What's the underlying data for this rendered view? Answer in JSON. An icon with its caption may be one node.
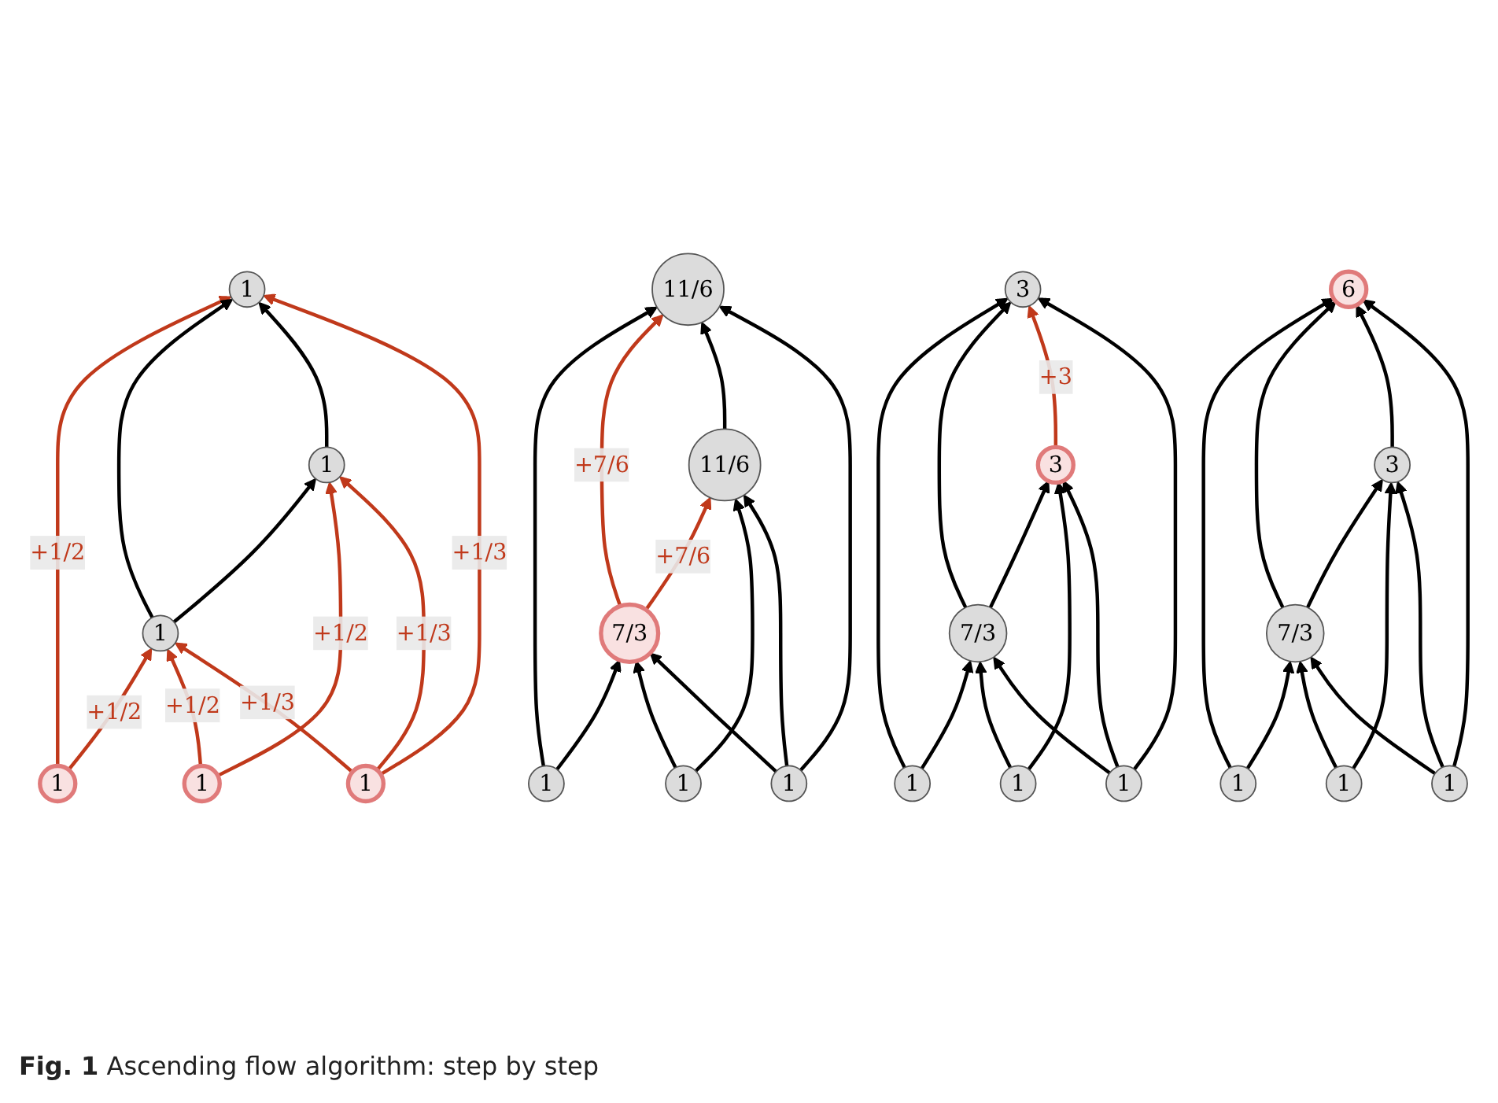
{
  "diagram": {
    "caption": "**Fig. 1** Ascending flow algorithm: step by step",
    "nodes": [
      {
        "text": [
          "1"
        ]
      },
      {
        "text": [
          "1"
        ]
      },
      {
        "text": [
          "1"
        ]
      },
      {
        "text": [
          "1"
        ]
      },
      {
        "text": [
          "1"
        ]
      },
      {
        "text": [
          "1"
        ]
      },
      {
        "text": [
          "11/6"
        ]
      },
      {
        "text": [
          "11/6"
        ]
      },
      {
        "text": [
          "7/3"
        ]
      },
      {
        "text": [
          "1"
        ]
      },
      {
        "text": [
          "1"
        ]
      },
      {
        "text": [
          "1"
        ]
      },
      {
        "text": [
          "3"
        ]
      },
      {
        "text": [
          "3"
        ]
      },
      {
        "text": [
          "7/3"
        ]
      },
      {
        "text": [
          "1"
        ]
      },
      {
        "text": [
          "1"
        ]
      },
      {
        "text": [
          "1"
        ]
      },
      {
        "text": [
          "6"
        ]
      },
      {
        "text": [
          "3"
        ]
      },
      {
        "text": [
          "7/3"
        ]
      },
      {
        "text": [
          "1"
        ]
      },
      {
        "text": [
          "1"
        ]
      },
      {
        "text": [
          "1"
        ]
      }
    ],
    "edges": [
      {
        "from": 3,
        "to": 0,
        "arrow": "to",
        "label": "+1/2",
        "color": "#c0391b"
      },
      {
        "from": 3,
        "to": 2,
        "arrow": "to",
        "label": "+1/2",
        "color": "#c0391b"
      },
      {
        "from": 2,
        "to": 0,
        "arrow": "to"
      },
      {
        "from": 2,
        "to": 1,
        "arrow": "to"
      },
      {
        "from": 1,
        "to": 0,
        "arrow": "to"
      },
      {
        "from": 4,
        "to": 2,
        "arrow": "to",
        "label": "+1/2",
        "color": "#c0391b"
      },
      {
        "from": 4,
        "to": 1,
        "arrow": "to",
        "label": "+1/2",
        "color": "#c0391b"
      },
      {
        "from": 5,
        "to": 2,
        "arrow": "to",
        "label": "+1/3",
        "color": "#c0391b"
      },
      {
        "from": 5,
        "to": 1,
        "arrow": "to",
        "label": "+1/3",
        "color": "#c0391b"
      },
      {
        "from": 5,
        "to": 0,
        "arrow": "to",
        "label": "+1/3",
        "color": "#c0391b"
      },
      {
        "from": 9,
        "to": 6,
        "arrow": "to"
      },
      {
        "from": 9,
        "to": 8,
        "arrow": "to"
      },
      {
        "from": 8,
        "to": 6,
        "arrow": "to",
        "label": "+7/6",
        "color": "#c0391b"
      },
      {
        "from": 8,
        "to": 7,
        "arrow": "to",
        "label": "+7/6",
        "color": "#c0391b"
      },
      {
        "from": 7,
        "to": 6,
        "arrow": "to"
      },
      {
        "from": 10,
        "to": 8,
        "arrow": "to"
      },
      {
        "from": 10,
        "to": 7,
        "arrow": "to"
      },
      {
        "from": 11,
        "to": 8,
        "arrow": "to"
      },
      {
        "from": 11,
        "to": 7,
        "arrow": "to"
      },
      {
        "from": 11,
        "to": 6,
        "arrow": "to"
      },
      {
        "from": 15,
        "to": 12,
        "arrow": "to"
      },
      {
        "from": 15,
        "to": 14,
        "arrow": "to"
      },
      {
        "from": 14,
        "to": 12,
        "arrow": "to"
      },
      {
        "from": 14,
        "to": 13,
        "arrow": "to"
      },
      {
        "from": 13,
        "to": 12,
        "arrow": "to",
        "label": "+3",
        "color": "#c0391b"
      },
      {
        "from": 16,
        "to": 14,
        "arrow": "to"
      },
      {
        "from": 16,
        "to": 13,
        "arrow": "to"
      },
      {
        "from": 17,
        "to": 14,
        "arrow": "to"
      },
      {
        "from": 17,
        "to": 13,
        "arrow": "to"
      },
      {
        "from": 17,
        "to": 12,
        "arrow": "to"
      },
      {
        "from": 21,
        "to": 18,
        "arrow": "to"
      },
      {
        "from": 21,
        "to": 20,
        "arrow": "to"
      },
      {
        "from": 20,
        "to": 18,
        "arrow": "to"
      },
      {
        "from": 20,
        "to": 19,
        "arrow": "to"
      },
      {
        "from": 19,
        "to": 18,
        "arrow": "to"
      },
      {
        "from": 22,
        "to": 20,
        "arrow": "to"
      },
      {
        "from": 22,
        "to": 19,
        "arrow": "to"
      },
      {
        "from": 23,
        "to": 20,
        "arrow": "to"
      },
      {
        "from": 23,
        "to": 19,
        "arrow": "to"
      },
      {
        "from": 23,
        "to": 18,
        "arrow": "to"
      }
    ]
  }
}
